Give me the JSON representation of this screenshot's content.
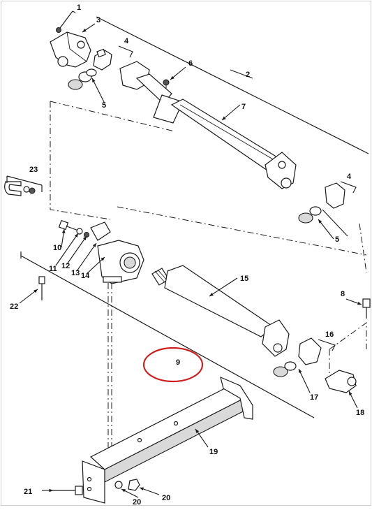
{
  "diagram": {
    "callouts": {
      "c1": "1",
      "c2": "2",
      "c3": "3",
      "c4a": "4",
      "c5a": "5",
      "c6": "6",
      "c7": "7",
      "c4b": "4",
      "c5b": "5",
      "c23": "23",
      "c10": "10",
      "c11": "11",
      "c12": "12",
      "c13": "13",
      "c14": "14",
      "c15": "15",
      "c22": "22",
      "c8": "8",
      "c16": "16",
      "c9": "9",
      "c17": "17",
      "c18": "18",
      "c19": "19",
      "c21": "21",
      "c20a": "20",
      "c20b": "20"
    },
    "highlight": {
      "target": "9",
      "color": "#cc1f1f"
    },
    "line_color": "#1a1a1a"
  }
}
